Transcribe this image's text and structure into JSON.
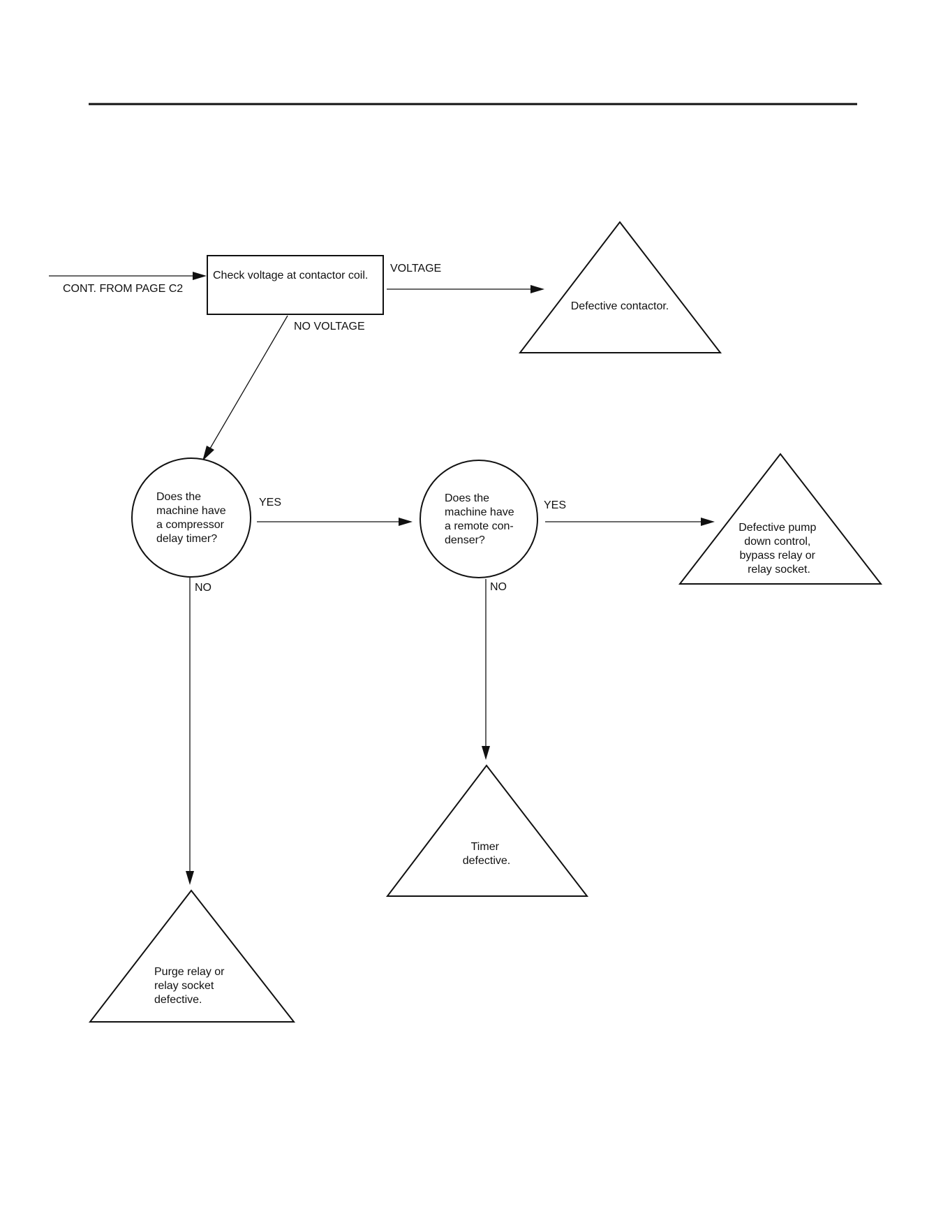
{
  "page": {
    "continuation_label": "CONT. FROM PAGE C2"
  },
  "nodes": {
    "check_voltage": {
      "text": [
        "Check voltage at contactor coil."
      ]
    },
    "defective_contactor": {
      "text": [
        "Defective contactor."
      ]
    },
    "compressor_delay_question": {
      "text": [
        "Does the",
        "machine have",
        "a compressor",
        "delay timer?"
      ]
    },
    "remote_condenser_question": {
      "text": [
        "Does the",
        "machine have",
        "a remote con-",
        "denser?"
      ]
    },
    "defective_pump_down": {
      "text": [
        "Defective pump",
        "down control,",
        "bypass relay or",
        "relay socket."
      ]
    },
    "timer_defective": {
      "text": [
        "Timer",
        "defective."
      ]
    },
    "purge_relay_defective": {
      "text": [
        "Purge relay or",
        "relay socket",
        "defective."
      ]
    }
  },
  "edges": {
    "voltage": "VOLTAGE",
    "no_voltage": "NO VOLTAGE",
    "delay_yes": "YES",
    "delay_no": "NO",
    "condenser_yes": "YES",
    "condenser_no": "NO"
  }
}
